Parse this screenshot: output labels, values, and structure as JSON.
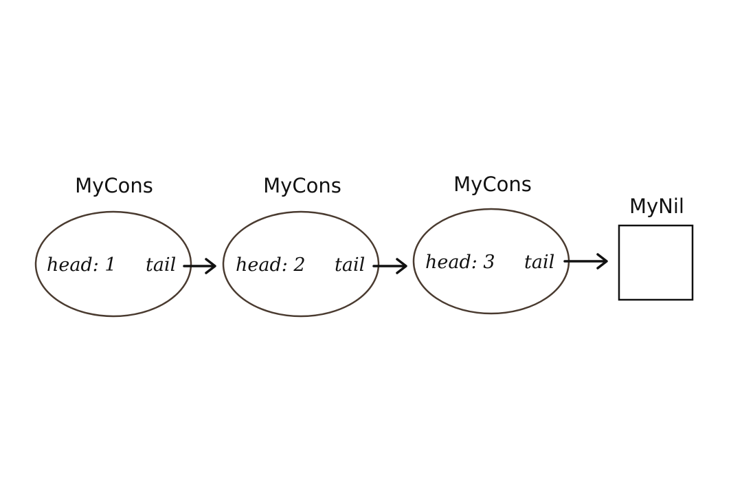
{
  "diagram": {
    "nodes": [
      {
        "title": "MyCons",
        "head_text": "head: 1",
        "tail_text": "tail"
      },
      {
        "title": "MyCons",
        "head_text": "head: 2",
        "tail_text": "tail"
      },
      {
        "title": "MyCons",
        "head_text": "head: 3",
        "tail_text": "tail"
      }
    ],
    "nil": {
      "title": "MyNil"
    }
  },
  "colors": {
    "ellipse_stroke": "#4a3b30",
    "ink": "#111111",
    "background": "#ffffff"
  }
}
